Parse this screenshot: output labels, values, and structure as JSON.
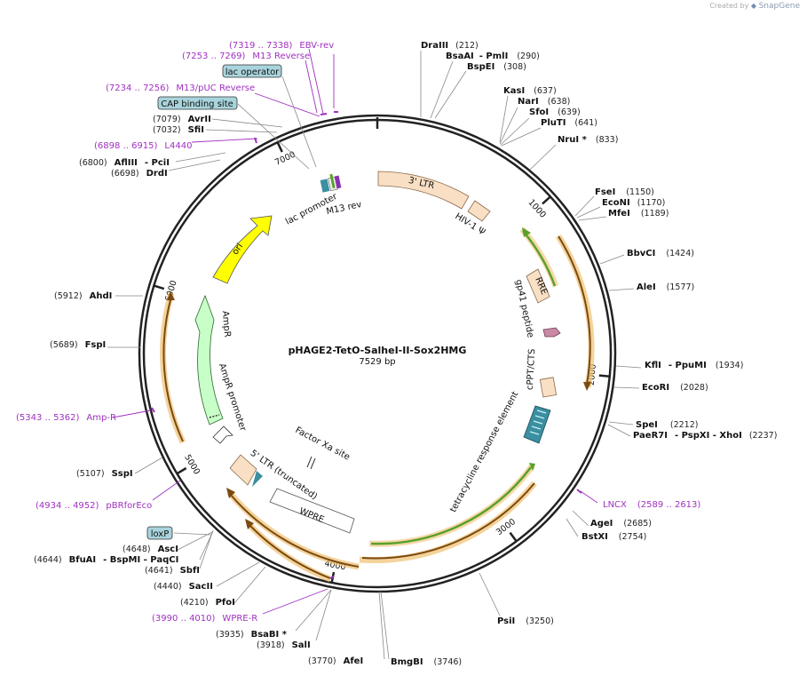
{
  "creator": {
    "prefix": "Created by",
    "brand": "SnapGene"
  },
  "plasmid": {
    "name": "pHAGE2-TetO-SalheI-II-Sox2HMG",
    "size": "7529 bp"
  },
  "ticks": [
    "1000",
    "2000",
    "3000",
    "4000",
    "5000",
    "6000",
    "7000"
  ],
  "enzymes": [
    {
      "name": "DraIII",
      "pos": "(212)"
    },
    {
      "name": "BsaAI",
      "extra": "- PmlI",
      "pos": "(290)"
    },
    {
      "name": "BspEI",
      "pos": "(308)"
    },
    {
      "name": "KasI",
      "pos": "(637)"
    },
    {
      "name": "NarI",
      "pos": "(638)"
    },
    {
      "name": "SfoI",
      "pos": "(639)"
    },
    {
      "name": "PluTI",
      "pos": "(641)"
    },
    {
      "name": "NruI *",
      "pos": "(833)"
    },
    {
      "name": "FseI",
      "pos": "(1150)"
    },
    {
      "name": "EcoNI",
      "pos": "(1170)"
    },
    {
      "name": "MfeI",
      "pos": "(1189)"
    },
    {
      "name": "BbvCI",
      "pos": "(1424)"
    },
    {
      "name": "AleI",
      "pos": "(1577)"
    },
    {
      "name": "KflI",
      "extra": "- PpuMI",
      "pos": "(1934)"
    },
    {
      "name": "EcoRI",
      "pos": "(2028)"
    },
    {
      "name": "SpeI",
      "pos": "(2212)"
    },
    {
      "name": "PaeR7I",
      "extra": "- PspXI - XhoI",
      "pos": "(2237)"
    },
    {
      "name": "AgeI",
      "pos": "(2685)"
    },
    {
      "name": "BstXI",
      "pos": "(2754)"
    },
    {
      "name": "PsiI",
      "pos": "(3250)"
    },
    {
      "name": "BmgBI",
      "pos": "(3746)"
    },
    {
      "name": "AfeI",
      "pos": "(3770)"
    },
    {
      "name": "SalI",
      "pos": "(3918)"
    },
    {
      "name": "BsaBI *",
      "pos": "(3935)"
    },
    {
      "name": "PfoI",
      "pos": "(4210)"
    },
    {
      "name": "SacII",
      "pos": "(4440)"
    },
    {
      "name": "SbfI",
      "pos": "(4641)"
    },
    {
      "name": "BfuAI",
      "extra": "- BspMI - PaqCI",
      "pos": "(4644)"
    },
    {
      "name": "AscI",
      "pos": "(4648)"
    },
    {
      "name": "SspI",
      "pos": "(5107)"
    },
    {
      "name": "FspI",
      "pos": "(5689)"
    },
    {
      "name": "AhdI",
      "pos": "(5912)"
    },
    {
      "name": "DrdI",
      "pos": "(6698)"
    },
    {
      "name": "AflIII",
      "extra": "- PciI",
      "pos": "(6800)"
    },
    {
      "name": "SfiI",
      "pos": "(7032)"
    },
    {
      "name": "AvrII",
      "pos": "(7079)"
    }
  ],
  "primers": [
    {
      "name": "EBV-rev",
      "range": "(7319 .. 7338)"
    },
    {
      "name": "M13 Reverse",
      "range": "(7253 .. 7269)"
    },
    {
      "name": "M13/pUC Reverse",
      "range": "(7234 .. 7256)"
    },
    {
      "name": "L4440",
      "range": "(6898 .. 6915)"
    },
    {
      "name": "LNCX",
      "range": "(2589 .. 2613)"
    },
    {
      "name": "WPRE-R",
      "range": "(3990 .. 4010)"
    },
    {
      "name": "pBRforEco",
      "range": "(4934 .. 4952)"
    },
    {
      "name": "Amp-R",
      "range": "(5343 .. 5362)"
    }
  ],
  "boxed_features": [
    "lac operator",
    "CAP binding site",
    "loxP"
  ],
  "features": [
    "3' LTR",
    "HIV-1 Ψ",
    "RRE",
    "gp41 peptide",
    "cPPT/CTS",
    "tetracycline response element",
    "Factor Xa site",
    "WPRE",
    "5' LTR (truncated)",
    "AmpR promoter",
    "AmpR",
    "ori",
    "lac promoter",
    "M13 rev"
  ],
  "colors": {
    "backbone": "#222222",
    "primer": "#a030c0",
    "ltr": "#f9dfc4",
    "ori": "#ffff00",
    "ampr": "#c8ffc8",
    "orf_outline": "#f0b84a",
    "orf_arrow": "#7a4a10",
    "green_orf": "#5aa02c",
    "box_fill": "#a8d4dc",
    "tre": "#3a8fa0"
  }
}
